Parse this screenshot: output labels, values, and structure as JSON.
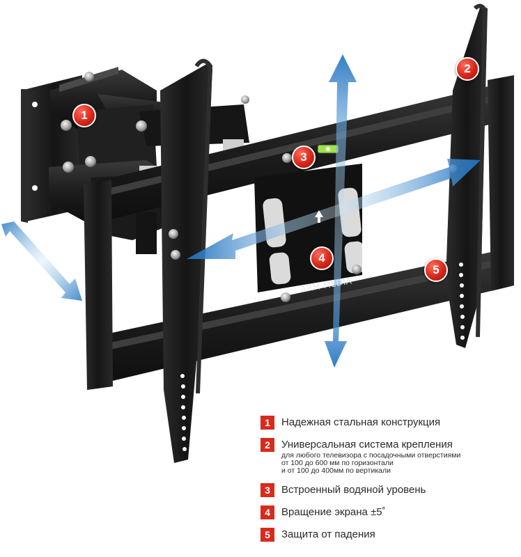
{
  "product": {
    "brand": "ARM MEDIA",
    "colors": {
      "bracket": "#1e1e1e",
      "marker": "#d92a1c",
      "arrow": "#2f7fc4"
    }
  },
  "markers": [
    {
      "num": "1"
    },
    {
      "num": "2"
    },
    {
      "num": "3"
    },
    {
      "num": "4"
    },
    {
      "num": "5"
    }
  ],
  "legend": [
    {
      "num": "1",
      "title": "Надежная стальная конструкция",
      "sub": []
    },
    {
      "num": "2",
      "title": "Универсальная система крепления",
      "sub": [
        "для любого телевизора с посадочными отверстиями",
        "от 100 до 600 мм по горизонтали",
        "и от 100 до 400мм по вертикали"
      ]
    },
    {
      "num": "3",
      "title": "Встроенный водяной уровень",
      "sub": []
    },
    {
      "num": "4",
      "title": "Вращение экрана ±5˚",
      "sub": []
    },
    {
      "num": "5",
      "title": "Защита от падения",
      "sub": []
    }
  ]
}
